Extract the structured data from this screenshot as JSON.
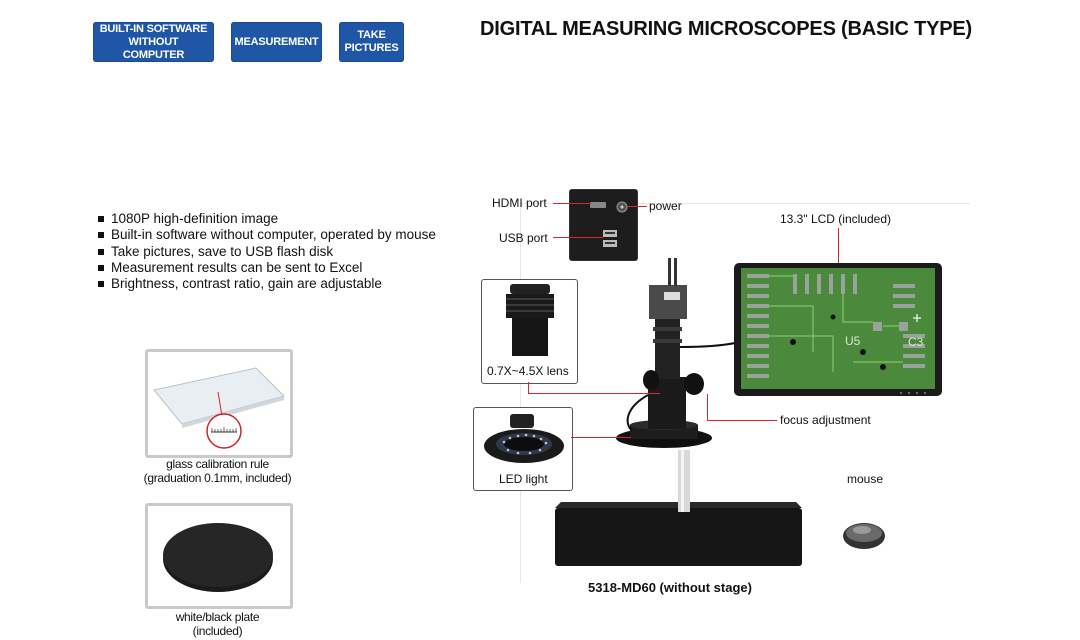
{
  "badges": [
    {
      "label": "BUILT-IN SOFTWARE WITHOUT COMPUTER"
    },
    {
      "label": "MEASUREMENT"
    },
    {
      "label": "TAKE PICTURES"
    }
  ],
  "title": "DIGITAL MEASURING MICROSCOPES (BASIC TYPE)",
  "features": [
    "1080P high-definition image",
    "Built-in software without computer, operated by mouse",
    "Take pictures, save to USB flash disk",
    "Measurement results can be sent to Excel",
    "Brightness, contrast ratio, gain are adjustable"
  ],
  "accessories": {
    "calibration_line1": "glass calibration rule",
    "calibration_line2": "(graduation 0.1mm, included)",
    "plate_line1": "white/black plate",
    "plate_line2": "(included)"
  },
  "callouts": {
    "hdmi": "HDMI port",
    "usb": "USB port",
    "power": "power",
    "lcd": "13.3\" LCD (included)",
    "lens": "0.7X~4.5X lens",
    "focus": "focus adjustment",
    "led": "LED light",
    "mouse": "mouse"
  },
  "screen_text": {
    "u5": "U5",
    "c3": "C3"
  },
  "model": "5318-MD60 (without stage)",
  "colors": {
    "badge_blue": "#1f56a6",
    "callout_red": "#d8262c",
    "pcb_green": "#4b8a3c"
  }
}
